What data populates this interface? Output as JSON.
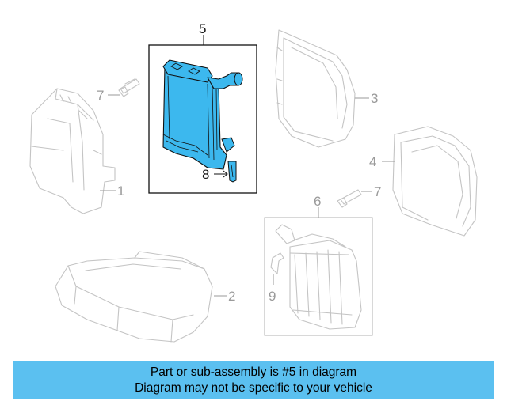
{
  "callouts": {
    "c1": "1",
    "c2": "2",
    "c3": "3",
    "c4": "4",
    "c5": "5",
    "c6": "6",
    "c7a": "7",
    "c7b": "7",
    "c8": "8",
    "c9": "9"
  },
  "colors": {
    "highlight": "#3cb8ee",
    "banner": "#5bc0f0",
    "ghost_stroke": "#c4c4c4"
  },
  "banner": {
    "line1": "Part or sub-assembly is #5 in diagram",
    "line2": "Diagram may not be specific to your vehicle"
  }
}
